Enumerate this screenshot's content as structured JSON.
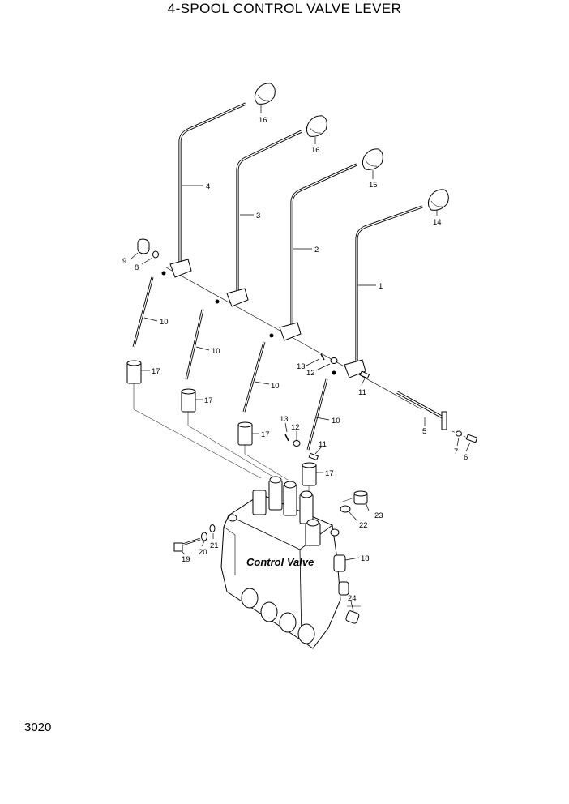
{
  "title": "4-SPOOL CONTROL VALVE LEVER",
  "page_number": "3020",
  "component_label": "Control Valve",
  "callouts": {
    "p1": "1",
    "p2": "2",
    "p3": "3",
    "p4": "4",
    "p5": "5",
    "p6": "6",
    "p7": "7",
    "p8": "8",
    "p9": "9",
    "p10a": "10",
    "p10b": "10",
    "p10c": "10",
    "p10d": "10",
    "p11a": "11",
    "p11b": "11",
    "p12a": "12",
    "p12b": "12",
    "p13a": "13",
    "p13b": "13",
    "p14": "14",
    "p15": "15",
    "p16a": "16",
    "p16b": "16",
    "p17a": "17",
    "p17b": "17",
    "p17c": "17",
    "p17d": "17",
    "p18": "18",
    "p19": "19",
    "p20": "20",
    "p21": "21",
    "p22": "22",
    "p23": "23",
    "p24": "24"
  }
}
